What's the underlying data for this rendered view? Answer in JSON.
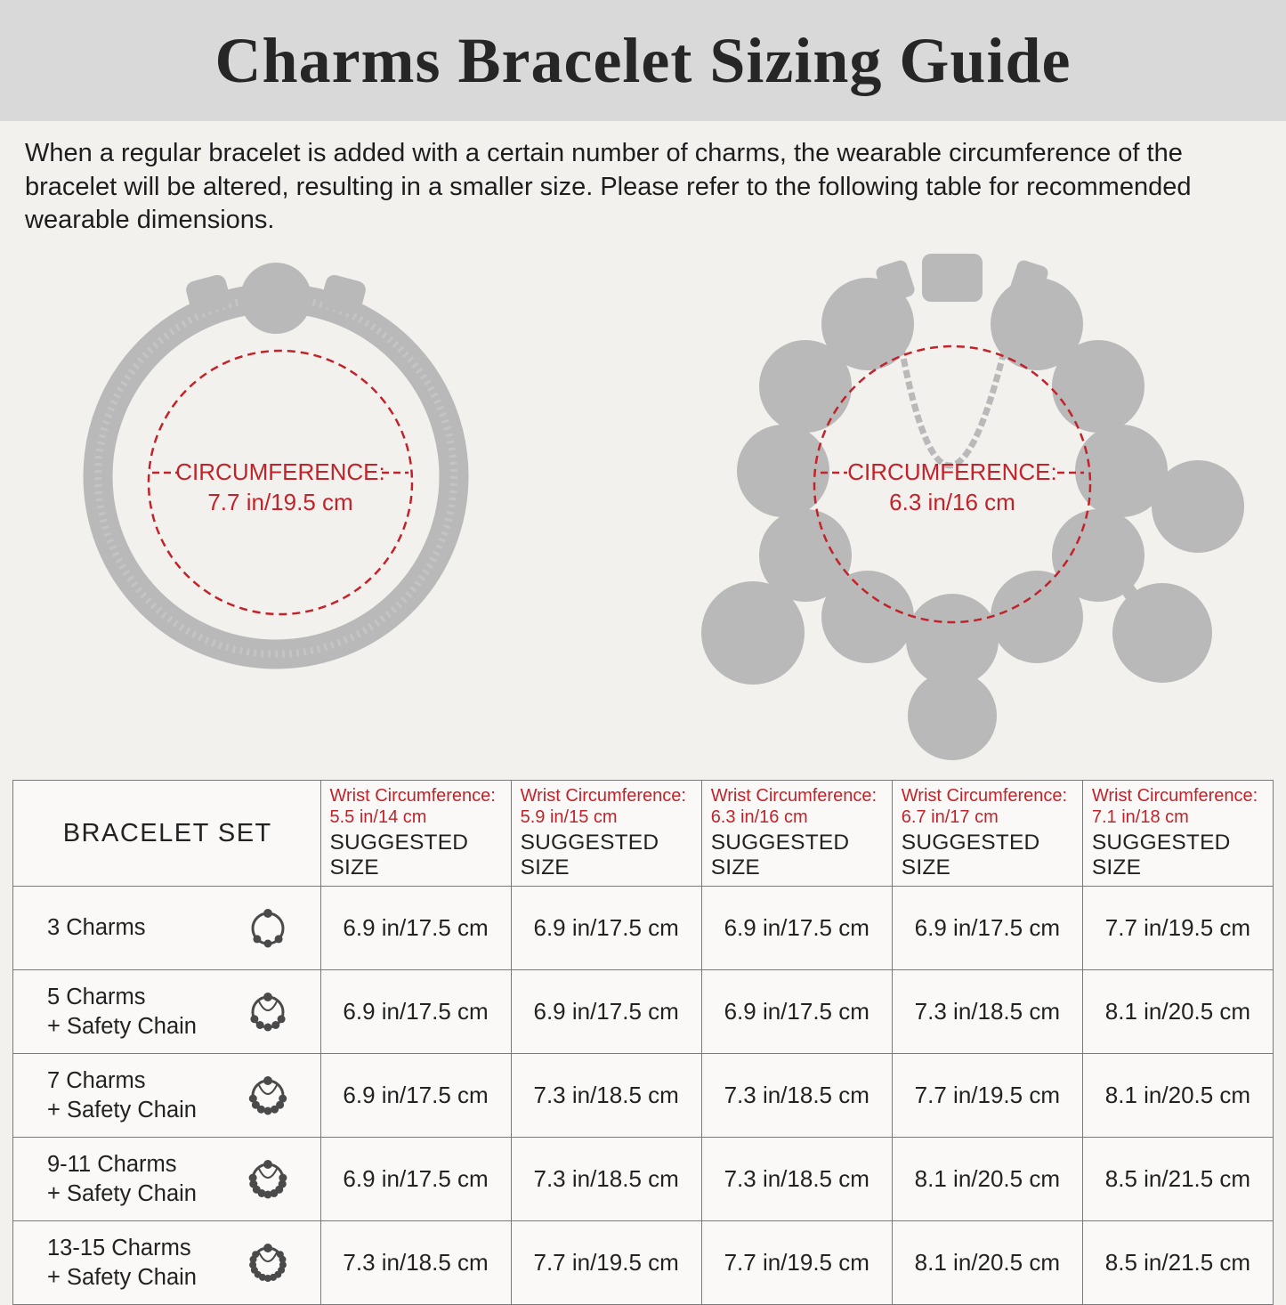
{
  "colors": {
    "accent_red": "#c2232a",
    "silhouette_gray": "#b9b9b9",
    "banner_bg": "#d9d9d9",
    "page_bg": "#f3f1ee",
    "table_border": "#7a7a7a"
  },
  "header": {
    "title": "Charms Bracelet Sizing Guide"
  },
  "intro": {
    "text": "When a regular bracelet is added with a certain number of charms, the wearable circumference of the bracelet will be altered, resulting in a smaller size. Please refer to the following table for recommended wearable dimensions."
  },
  "diagrams": {
    "plain_bracelet": {
      "label": "CIRCUMFERENCE:",
      "value": "7.7 in/19.5 cm"
    },
    "charm_bracelet": {
      "label": "CIRCUMFERENCE:",
      "value": "6.3 in/16 cm"
    }
  },
  "table": {
    "set_header": "BRACELET SET",
    "columns": [
      {
        "line1": "Wrist Circumference:",
        "line2": "5.5 in/14 cm",
        "line3": "SUGGESTED SIZE"
      },
      {
        "line1": "Wrist Circumference:",
        "line2": "5.9 in/15 cm",
        "line3": "SUGGESTED SIZE"
      },
      {
        "line1": "Wrist Circumference:",
        "line2": "6.3 in/16 cm",
        "line3": "SUGGESTED SIZE"
      },
      {
        "line1": "Wrist Circumference:",
        "line2": "6.7 in/17 cm",
        "line3": "SUGGESTED SIZE"
      },
      {
        "line1": "Wrist Circumference:",
        "line2": "7.1 in/18 cm",
        "line3": "SUGGESTED SIZE"
      }
    ],
    "rows": [
      {
        "label": "3 Charms",
        "sublabel": "",
        "icon_charms": "3",
        "values": [
          "6.9 in/17.5 cm",
          "6.9 in/17.5 cm",
          "6.9 in/17.5 cm",
          "6.9 in/17.5 cm",
          "7.7 in/19.5 cm"
        ]
      },
      {
        "label": "5 Charms",
        "sublabel": "+ Safety Chain",
        "icon_charms": "5",
        "values": [
          "6.9 in/17.5 cm",
          "6.9 in/17.5 cm",
          "6.9 in/17.5 cm",
          "7.3 in/18.5 cm",
          "8.1 in/20.5 cm"
        ]
      },
      {
        "label": "7 Charms",
        "sublabel": "+ Safety Chain",
        "icon_charms": "7",
        "values": [
          "6.9 in/17.5 cm",
          "7.3 in/18.5 cm",
          "7.3 in/18.5 cm",
          "7.7 in/19.5 cm",
          "8.1 in/20.5 cm"
        ]
      },
      {
        "label": "9-11 Charms",
        "sublabel": "+ Safety Chain",
        "icon_charms": "9",
        "values": [
          "6.9 in/17.5 cm",
          "7.3 in/18.5 cm",
          "7.3 in/18.5 cm",
          "8.1 in/20.5 cm",
          "8.5 in/21.5 cm"
        ]
      },
      {
        "label": "13-15 Charms",
        "sublabel": "+ Safety Chain",
        "icon_charms": "13",
        "values": [
          "7.3 in/18.5 cm",
          "7.7 in/19.5 cm",
          "7.7 in/19.5 cm",
          "8.1 in/20.5 cm",
          "8.5 in/21.5 cm"
        ]
      }
    ]
  }
}
